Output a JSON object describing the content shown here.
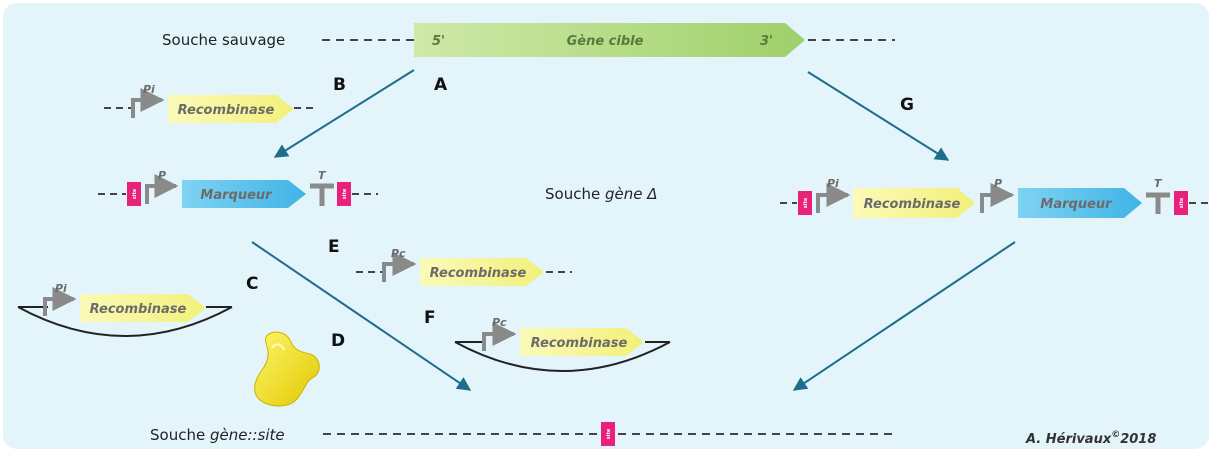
{
  "diagram": {
    "strains": {
      "wild_type": "Souche sauvage",
      "deleted_prefix": "Souche ",
      "deleted_gene": "gène Δ",
      "site_prefix": "Souche ",
      "site_gene": "gène::site"
    },
    "step_letters": [
      "A",
      "B",
      "C",
      "D",
      "E",
      "F",
      "G"
    ],
    "target_gene": {
      "five_prime": "5'",
      "name": "Gène cible",
      "three_prime": "3'"
    },
    "elements": {
      "recombinase": "Recombinase",
      "marker": "Marqueur",
      "promoter_inducible": "Pi",
      "promoter_constitutive": "Pc",
      "promoter": "P",
      "terminator": "T",
      "site": "site"
    },
    "credit": {
      "author": "A. Hérivaux",
      "copyright": "©",
      "year": "2018"
    },
    "colors": {
      "background": "#e3f4fb",
      "gene_green": "#a9d47c",
      "recombinase_yellow": "#f7f59a",
      "marker_blue": "#5cc3ee",
      "site_pink": "#e8227a",
      "arrow_teal": "#1e6d8a",
      "protein_yellow": "#f2e200"
    }
  }
}
